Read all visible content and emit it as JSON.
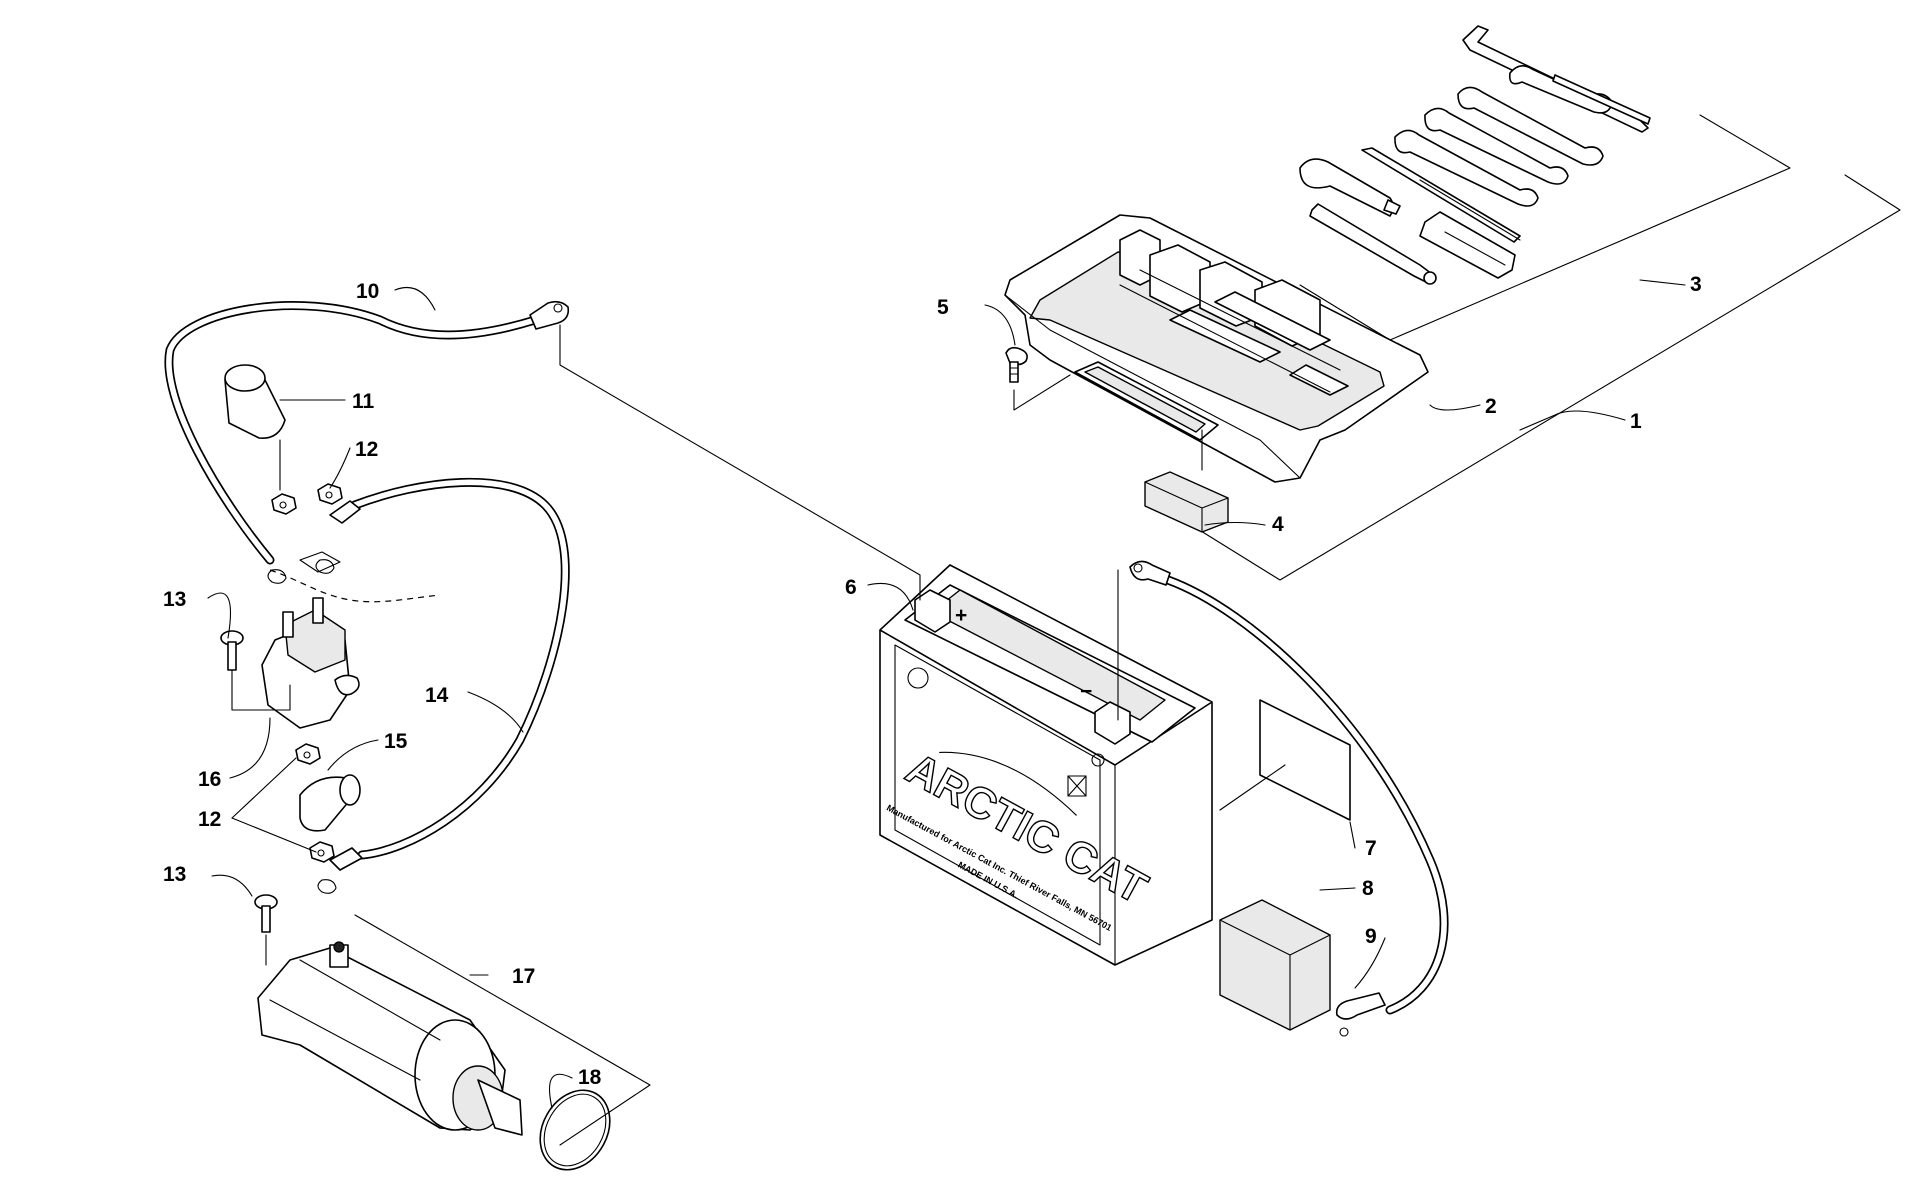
{
  "diagram": {
    "callouts": [
      "1",
      "2",
      "3",
      "4",
      "5",
      "6",
      "7",
      "8",
      "9",
      "10",
      "11",
      "12",
      "13",
      "14",
      "15",
      "16",
      "17",
      "18"
    ],
    "callouts_repeat": {
      "part12_second": "12",
      "part13_second": "13"
    },
    "battery": {
      "brand": "ARCTIC CAT",
      "mfg_line1": "Manufactured for Arctic Cat Inc. Thief River Falls, MN 56701",
      "mfg_line2": "MADE IN U.S.A.",
      "terminal_pos": "+",
      "terminal_neg": "−"
    },
    "colors": {
      "line": "#000000",
      "background": "#ffffff",
      "shade": "#e9e9e9"
    }
  }
}
